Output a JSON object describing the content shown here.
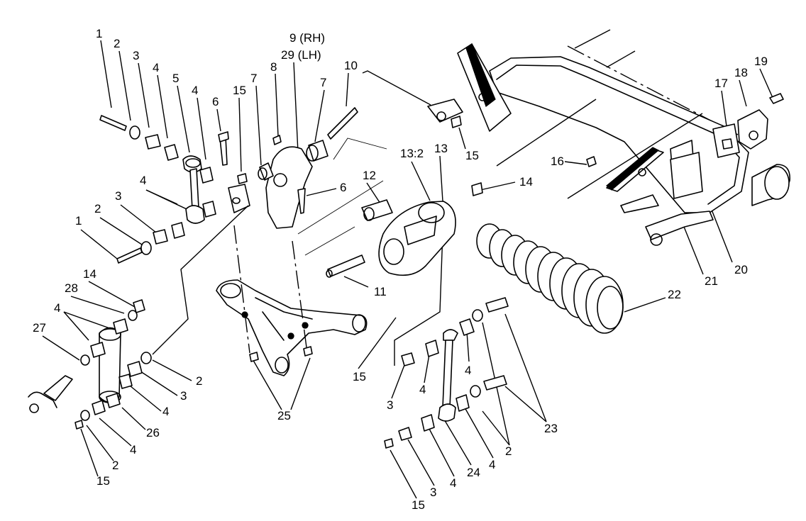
{
  "callouts": {
    "c1a": "1",
    "c2a": "2",
    "c3a": "3",
    "c4a": "4",
    "c5": "5",
    "c4b": "4",
    "c6a": "6",
    "c15a": "15",
    "c8": "8",
    "c7a": "7",
    "c9": "9 (RH)",
    "c29": "29 (LH)",
    "c7b": "7",
    "c10": "10",
    "c15b": "15",
    "c13": "13",
    "c13_2": "13:2",
    "c12": "12",
    "c6b": "6",
    "c14a": "14",
    "c11": "11",
    "c16": "16",
    "c17": "17",
    "c18": "18",
    "c19": "19",
    "c20": "20",
    "c21": "21",
    "c22": "22",
    "c4c": "4",
    "c3b": "3",
    "c2b": "2",
    "c1b": "1",
    "c14b": "14",
    "c28": "28",
    "c4d": "4",
    "c27": "27",
    "c2c": "2",
    "c3c": "3",
    "c4e": "4",
    "c26": "26",
    "c4f": "4",
    "c2d": "2",
    "c15c": "15",
    "c25": "25",
    "c15d": "15",
    "c3d": "3",
    "c4g": "4",
    "c4h": "4",
    "c23": "23",
    "c2e": "2",
    "c4i": "4",
    "c24": "24",
    "c4j": "4",
    "c3e": "3",
    "c15e": "15"
  }
}
